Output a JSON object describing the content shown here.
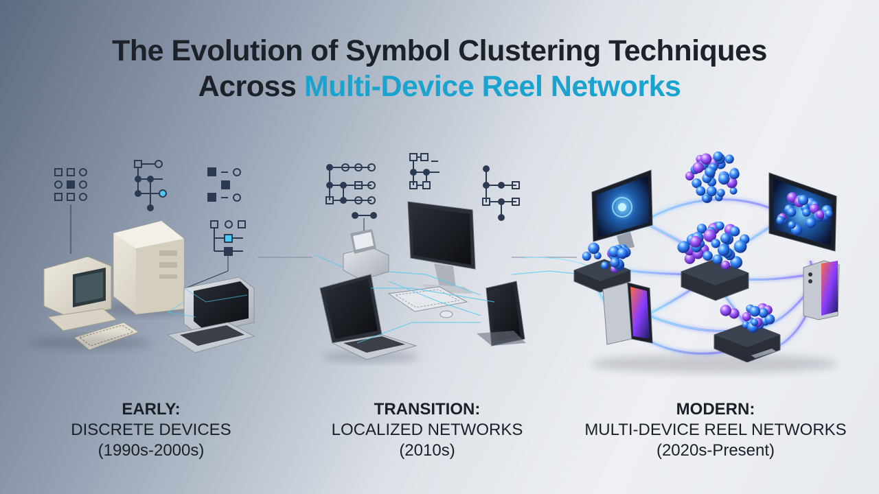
{
  "title": {
    "line1": "The Evolution of Symbol Clustering Techniques",
    "line2_plain": "Across ",
    "line2_accent": "Multi-Device Reel Networks"
  },
  "stages": [
    {
      "phase": "EARLY:",
      "name": "DISCRETE DEVICES",
      "period": "(1990s-2000s)"
    },
    {
      "phase": "TRANSITION:",
      "name": "LOCALIZED NETWORKS",
      "period": "(2010s)"
    },
    {
      "phase": "MODERN:",
      "name": "MULTI-DEVICE REEL NETWORKS",
      "period": "(2020s-Present)"
    }
  ],
  "colors": {
    "title": "#1d2129",
    "accent": "#1aa3cf",
    "node_dark": "#2b3a52",
    "node_cyan": "#4cc9f0",
    "glow_blue": "#3aa0ff",
    "glow_purple": "#a66bff"
  }
}
